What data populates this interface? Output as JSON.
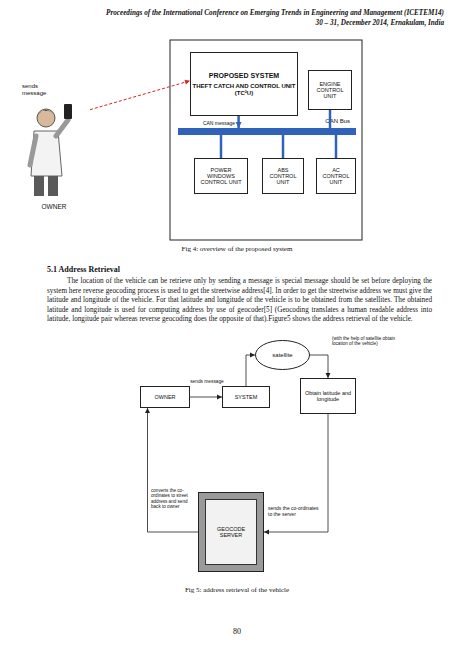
{
  "diagram": {
    "nodes": [
      {
        "text": [
          "OWNER"
        ]
      },
      {
        "text": [
          "PROPOSED SYSTEM",
          "THEFT CATCH AND CONTROL UNIT (TC²U)"
        ]
      },
      {
        "text": [
          "ENGINE CONTROL UNIT"
        ]
      },
      {
        "text": [
          "CAN Bus"
        ]
      },
      {
        "text": [
          "POWER WINDOWS CONTROL UNIT"
        ]
      },
      {
        "text": [
          "ABS CONTROL UNIT"
        ]
      },
      {
        "text": [
          "AC CONTROL UNIT"
        ]
      },
      {
        "text": [
          "satellite"
        ]
      },
      {
        "text": [
          "OWNER"
        ]
      },
      {
        "text": [
          "SYSTEM"
        ]
      },
      {
        "text": [
          "Obtain latitude and longitude"
        ]
      },
      {
        "text": [
          "GEOCODE SERVER"
        ]
      }
    ],
    "edges": [
      {
        "from": 0,
        "to": 1,
        "arrow": "to",
        "label": "sends message"
      },
      {
        "from": 1,
        "to": 3,
        "arrow": "to"
      },
      {
        "from": 2,
        "to": 3,
        "arrow": "none"
      },
      {
        "from": 3,
        "to": 4,
        "arrow": "none"
      },
      {
        "from": 3,
        "to": 5,
        "arrow": "none"
      },
      {
        "from": 3,
        "to": 6,
        "arrow": "none"
      },
      {
        "from": 8,
        "to": 9,
        "arrow": "to",
        "label": "sends message"
      },
      {
        "from": 9,
        "to": 7,
        "arrow": "to"
      },
      {
        "from": 7,
        "to": 10,
        "arrow": "to",
        "label": "(with the help of satellite obtain location of the vehicle)"
      },
      {
        "from": 10,
        "to": 11,
        "arrow": "to",
        "label": "sends the co-ordinates to the server"
      },
      {
        "from": 11,
        "to": 8,
        "arrow": "to",
        "label": "converts the co-ordinates to street address and send back to owner"
      }
    ],
    "labels": [
      "Proceedings of the International Conference on Emerging Trends in Engineering and Management (ICETEM14)",
      "30 – 31, December 2014, Ernakulam, India",
      "CAN message",
      "Fig 4: overview of the proposed system",
      "5.1 Address Retrieval",
      "The location of the vehicle can be retrieve only by sending a message is special message should be set before deploying the system here reverse geocoding process is used to get the streetwise address[4]. In order to get the streetwise address we must give the latitude and longitude of the vehicle. For that latitude and longitude of the vehicle is to be obtained from the satellites. The obtained latitude and longitude is used for computing address by use of geocoder[5] (Geocoding translates a human readable address into latitude, longitude pair whereas reverse geocoding does the opposite of that).Figure5 shows the address retrieval of the vehicle.",
      "Fig 5: address retrieval of the vehicle",
      "80"
    ]
  }
}
